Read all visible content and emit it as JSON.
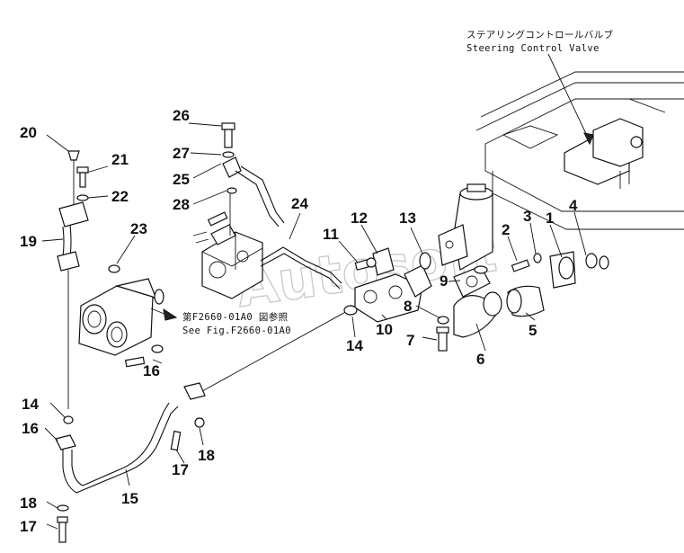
{
  "notes": {
    "valve_jp": "ステアリングコントロールバルブ",
    "valve_en": "Steering Control Valve",
    "ref_jp": "第F2660-01A0 図参照",
    "ref_en": "See Fig.F2660-01A0"
  },
  "watermark": "Autosoft",
  "callouts": [
    "1",
    "2",
    "3",
    "4",
    "5",
    "6",
    "7",
    "8",
    "9",
    "10",
    "11",
    "12",
    "13",
    "14",
    "14",
    "15",
    "16",
    "16",
    "17",
    "17",
    "18",
    "18",
    "19",
    "20",
    "21",
    "22",
    "23",
    "24",
    "25",
    "26",
    "27",
    "28"
  ]
}
